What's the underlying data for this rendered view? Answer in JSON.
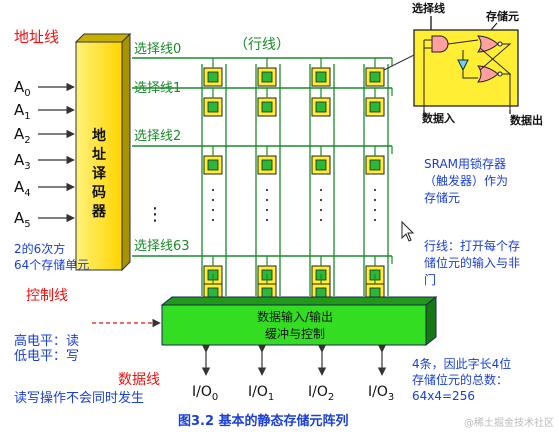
{
  "colors": {
    "background": "#ffffff",
    "line_green": "#1a8a2a",
    "cell_yellow": "#ffee33",
    "cell_green": "#2ab83a",
    "decoder_yellow": "#ffe63a",
    "buffer_green": "#33dd22",
    "text_red": "#ee1111",
    "text_blue": "#1a3fd8",
    "text_dark": "#111111"
  },
  "decoder": {
    "title": "地址线",
    "label_chars": [
      "地",
      "址",
      "译",
      "码",
      "器"
    ],
    "address_inputs": [
      {
        "base": "A",
        "sub": "0"
      },
      {
        "base": "A",
        "sub": "1"
      },
      {
        "base": "A",
        "sub": "2"
      },
      {
        "base": "A",
        "sub": "3"
      },
      {
        "base": "A",
        "sub": "4"
      },
      {
        "base": "A",
        "sub": "5"
      }
    ]
  },
  "rows": {
    "select_lines": [
      "选择线0",
      "选择线1",
      "选择线2",
      "选择线63"
    ],
    "row_caption": "（行线）",
    "ellipsis": "⋮"
  },
  "grid": {
    "visible_rows": 5,
    "columns": 4
  },
  "buffer": {
    "line1": "数据输入/输出",
    "line2": "缓冲与控制"
  },
  "io": [
    {
      "base": "I/O",
      "sub": "0"
    },
    {
      "base": "I/O",
      "sub": "1"
    },
    {
      "base": "I/O",
      "sub": "2"
    },
    {
      "base": "I/O",
      "sub": "3"
    }
  ],
  "cell_inset": {
    "select_label": "选择线",
    "storage_label": "存储元",
    "data_in_label": "数据入",
    "data_out_label": "数据出"
  },
  "annotations": {
    "units": [
      "2的6次方",
      "64个存储单元"
    ],
    "control_title": "控制线",
    "control_high": "高电平：读",
    "control_low": "低电平：写",
    "data_lines": "数据线",
    "rw_note": "读写操作不会同时发生",
    "sram": [
      "SRAM用锁存器",
      "（触发器）作为",
      "存储元"
    ],
    "row_note": [
      "行线：打开每个存",
      "储位元的输入与非",
      "门"
    ],
    "count_note": [
      "4条，因此字长4位",
      "存储位元的总数：",
      "64x4=256"
    ]
  },
  "caption": "图3.2  基本的静态存储元阵列",
  "watermark": "@稀土掘金技术社区"
}
